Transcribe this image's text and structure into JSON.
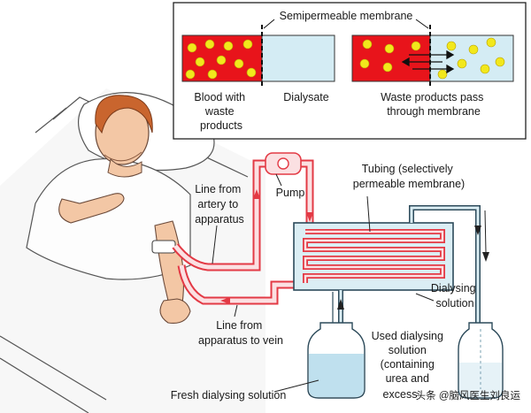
{
  "inset": {
    "title": "Semipermeable membrane",
    "label_blood": [
      "Blood with",
      "waste",
      "products"
    ],
    "label_dialysate": "Dialysate",
    "label_pass": [
      "Waste products pass",
      "through membrane"
    ]
  },
  "labels": {
    "tubing": [
      "Tubing (selectively",
      "permeable membrane)"
    ],
    "pump": "Pump",
    "artery": [
      "Line from",
      "artery to",
      "apparatus"
    ],
    "vein": [
      "Line from",
      "apparatus to vein"
    ],
    "dialysing": [
      "Dialysing",
      "solution"
    ],
    "used": [
      "Used dialysing",
      "solution",
      "(containing",
      "urea and",
      "excess"
    ],
    "fresh": "Fresh dialysing solution"
  },
  "watermark": "头条 @脑风医生刘良运",
  "colors": {
    "blood": "#e8141b",
    "waste_dot": "#f2e81c",
    "dialysate": "#d4ecf4",
    "tube_red": "#e33a45",
    "tube_fill": "#fbe0e2",
    "tube_blue": "#2c4a5a"
  }
}
